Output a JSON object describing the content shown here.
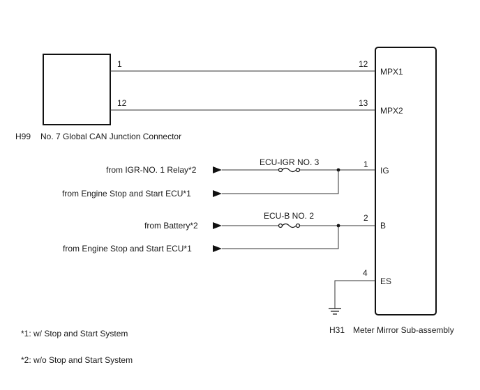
{
  "junction_connector": {
    "code": "H99",
    "name": "No. 7 Global CAN Junction Connector",
    "pin_mpx1": "1",
    "pin_mpx2": "12"
  },
  "meter": {
    "code": "H31",
    "name": "Meter Mirror Sub-assembly",
    "terminals": [
      {
        "pin": "12",
        "label": "MPX1"
      },
      {
        "pin": "13",
        "label": "MPX2"
      },
      {
        "pin": "1",
        "label": "IG"
      },
      {
        "pin": "2",
        "label": "B"
      },
      {
        "pin": "4",
        "label": "ES"
      }
    ]
  },
  "fuses": [
    {
      "label": "ECU-IGR NO. 3"
    },
    {
      "label": "ECU-B NO. 2"
    }
  ],
  "sources": [
    {
      "label": "from IGR-NO. 1 Relay*2"
    },
    {
      "label": "from Engine Stop and Start ECU*1"
    },
    {
      "label": "from Battery*2"
    },
    {
      "label": "from Engine Stop and Start ECU*1"
    }
  ],
  "notes": [
    "*1: w/ Stop and Start System",
    "*2: w/o Stop and Start System"
  ],
  "colors": {
    "line": "#333333",
    "outline": "#111111",
    "background": "#ffffff"
  }
}
